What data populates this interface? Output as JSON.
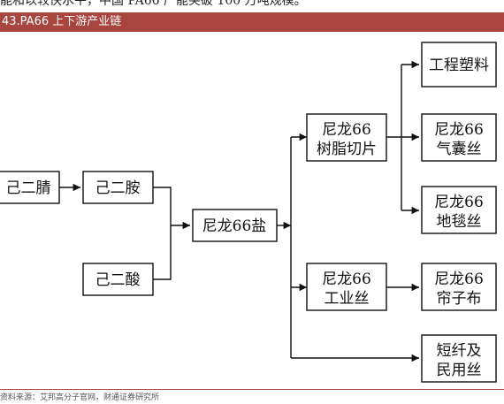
{
  "header": {
    "partial_text": "能和以较快水平，中国 PA66 产能突破 100 万吨规模。",
    "figure_title": "43.PA66 上下游产业链"
  },
  "nodes": {
    "n1": "己二腈",
    "n2": "己二胺",
    "n3": "己二酸",
    "n4": "尼龙66盐",
    "n5": [
      "尼龙66",
      "树脂切片"
    ],
    "n6": [
      "尼龙66",
      "工业丝"
    ],
    "n7": [
      "短纤及",
      "民用丝"
    ],
    "n8": [
      "工程塑料"
    ],
    "n9": [
      "尼龙66",
      "气囊丝"
    ],
    "n10": [
      "尼龙66",
      "地毯丝"
    ],
    "n11": [
      "尼龙66",
      "帘子布"
    ]
  },
  "footer": {
    "source": "资料来源：艾邦高分子官网，财通证券研究所"
  },
  "colors": {
    "title_bar": "#a8453f",
    "line": "#111111"
  }
}
